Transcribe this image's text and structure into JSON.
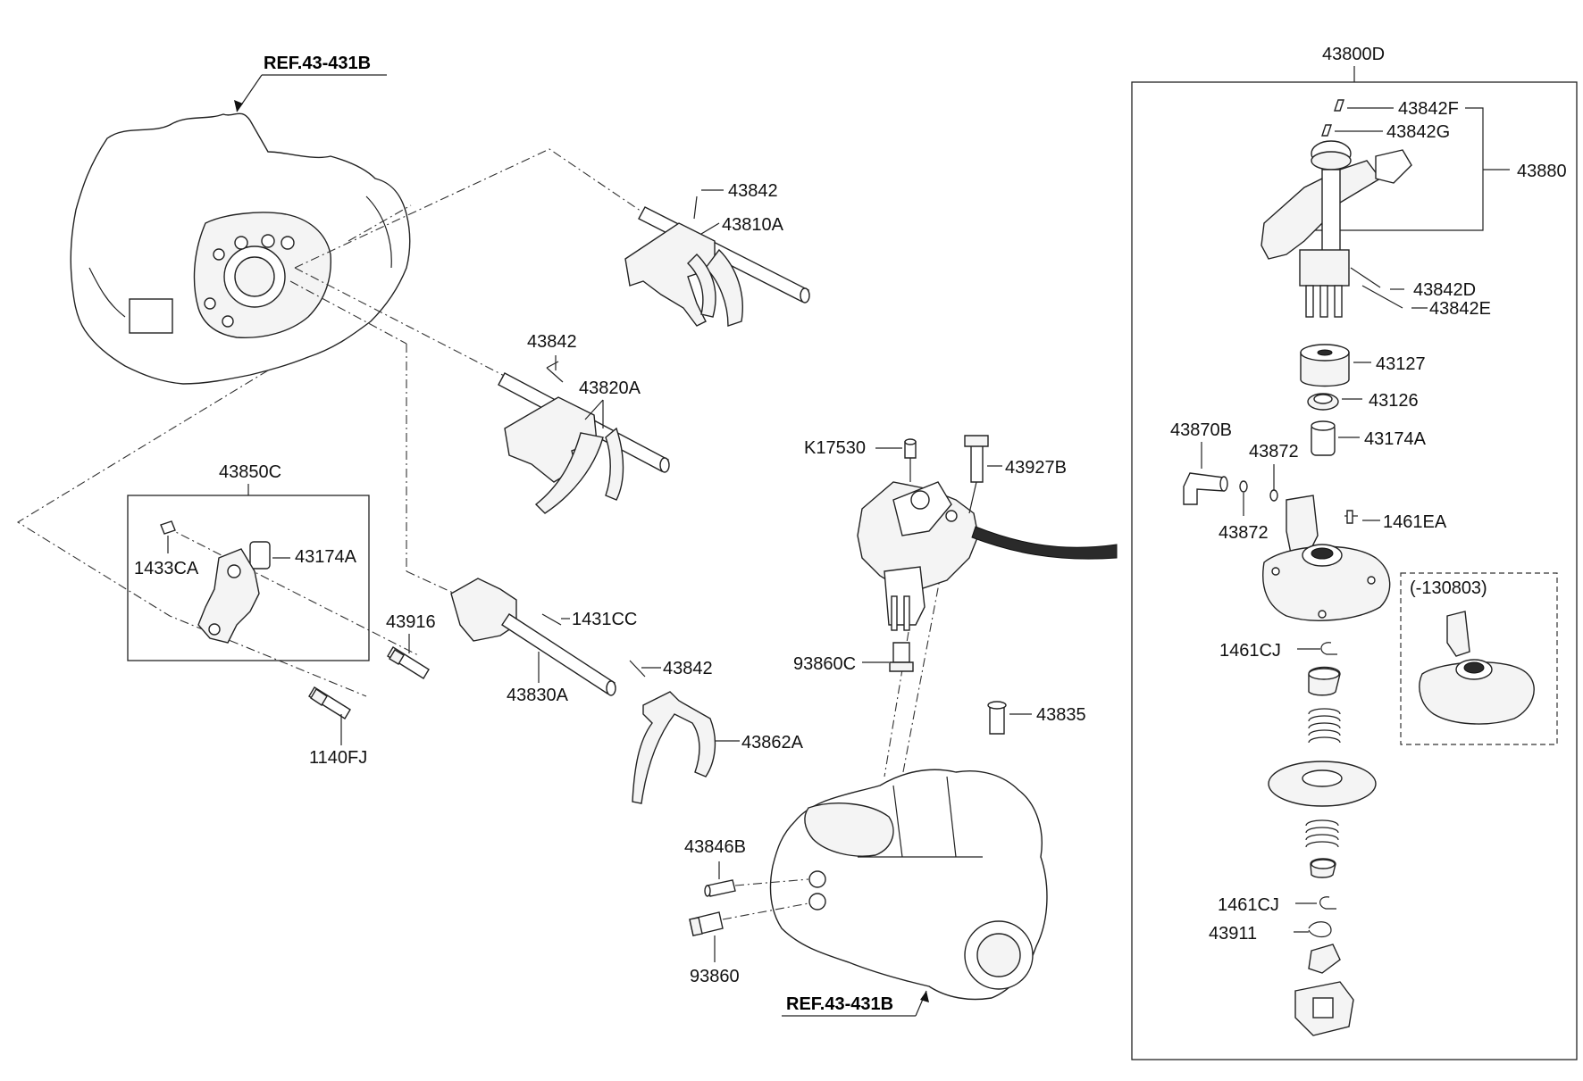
{
  "references": {
    "top": "REF.43-431B",
    "bottom": "REF.43-431B"
  },
  "parts": {
    "p43800D": "43800D",
    "p43842F": "43842F",
    "p43842G": "43842G",
    "p43880": "43880",
    "p43842D": "43842D",
    "p43842E": "43842E",
    "p43127": "43127",
    "p43126": "43126",
    "p43870B": "43870B",
    "p43872_upper": "43872",
    "p43872_lower": "43872",
    "p43174A_right": "43174A",
    "p1461EA": "1461EA",
    "p130803": "(-130803)",
    "p1461CJ_upper": "1461CJ",
    "p1461CJ_lower": "1461CJ",
    "p43911": "43911",
    "p43842_a": "43842",
    "p43810A": "43810A",
    "p43842_b": "43842",
    "p43820A": "43820A",
    "pK17530": "K17530",
    "p43927B": "43927B",
    "p43850C": "43850C",
    "p1433CA": "1433CA",
    "p43174A_left": "43174A",
    "p43916": "43916",
    "p1431CC": "1431CC",
    "p43842_c": "43842",
    "p43830A": "43830A",
    "p43862A": "43862A",
    "p93860C": "93860C",
    "p43835": "43835",
    "p1140FJ": "1140FJ",
    "p43846B": "43846B",
    "p93860": "93860"
  }
}
